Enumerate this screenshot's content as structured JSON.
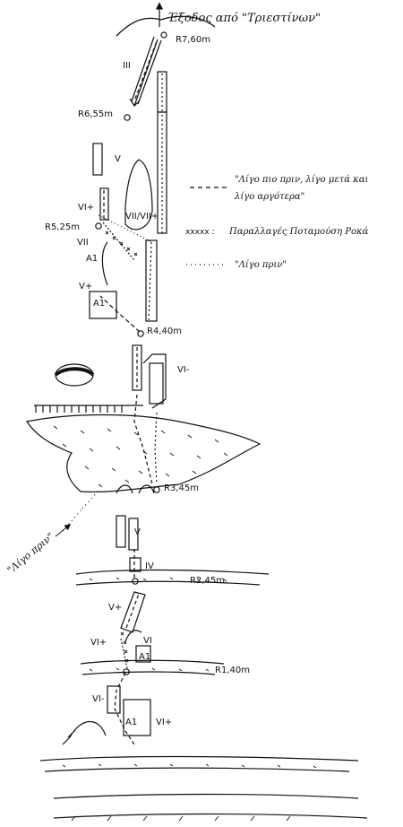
{
  "exit_label": "Έξοδος από \"Τριεστίνων\"",
  "belays": {
    "r7": "R7,60m",
    "r6": "R6,55m",
    "r5": "R5,25m",
    "r4": "R4,40m",
    "r3": "R3,45m",
    "r2": "R2,45m",
    "r1": "R1,40m"
  },
  "grades": {
    "iii": "III",
    "v_upper": "V",
    "vi_plus_left": "VI+",
    "vii_right_col": "VII/VII+",
    "vii_left": "VII",
    "a1": "A1",
    "v_plus_mid": "V+",
    "a1_box": "A1",
    "vi_minus_mid": "VI-",
    "v_mid": "V",
    "iv": "IV",
    "v_plus_low": "V+",
    "vi_plus_low": "VI+",
    "vi_low": "VI",
    "a1_low": "A1",
    "vi_minus_low": "VI-",
    "a1_base": "A1",
    "vi_plus_base": "VI+"
  },
  "legend": {
    "dashed": "\"Λίγο πιο πριν, λίγο μετά και λίγο αργότερα\"",
    "dashed_line1": "\"Λίγο πιο πριν, λίγο μετά και",
    "dashed_line2": "λίγο αργότερα\"",
    "crosses_symbol": "xxxxx :",
    "crosses": "Παραλλαγές Ποταμούση Ροκά",
    "dotted": "\"Λίγο πριν\""
  },
  "side_label": "\"Λίγο πριν\""
}
